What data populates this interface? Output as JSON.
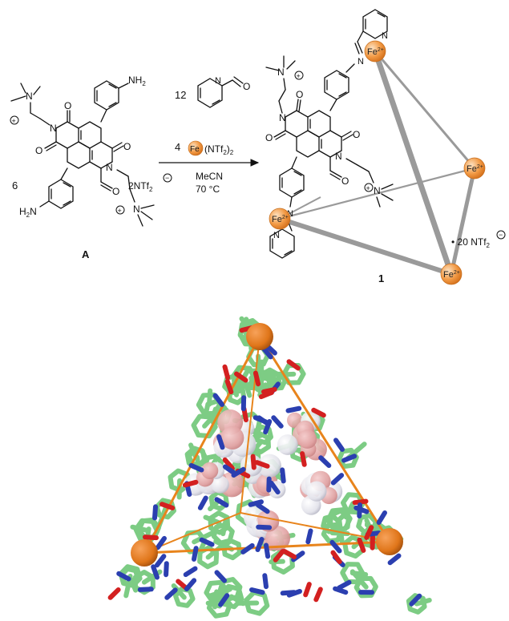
{
  "reaction": {
    "coeff_A": "6",
    "coeff_aldehyde": "12",
    "coeff_fe": "4",
    "fe_symbol": "Fe",
    "fe_salt": "(NTf",
    "fe_salt_sub": "2",
    "fe_salt_close": ")",
    "fe_salt_sub2": "2",
    "solvent": "MeCN",
    "temperature": "70 °C",
    "counterion": "2NTf",
    "counterion_sub": "2",
    "label_A": "A",
    "label_product": "1",
    "product_counterion": "• 20 NTf",
    "product_counterion_sub": "2"
  },
  "groups": {
    "nh2": "NH",
    "nh2_sub": "2",
    "h2n": "H",
    "h2n_n": "N",
    "h2n_sub": "2",
    "n": "N",
    "o": "O",
    "charge_plus": "+",
    "charge_minus": "−",
    "fe_center": "Fe",
    "fe_charge": "2+"
  },
  "colors": {
    "iron": "#e98a2e",
    "iron_light": "#f8c891",
    "edge_gray": "#9a9a9a",
    "carbon": "#7dcc84",
    "nitrogen": "#2b3fb0",
    "oxygen": "#d32020",
    "guest_pink": "#e8a8a8",
    "guest_white": "#eeeef3",
    "cage_edge": "#e8841c"
  }
}
